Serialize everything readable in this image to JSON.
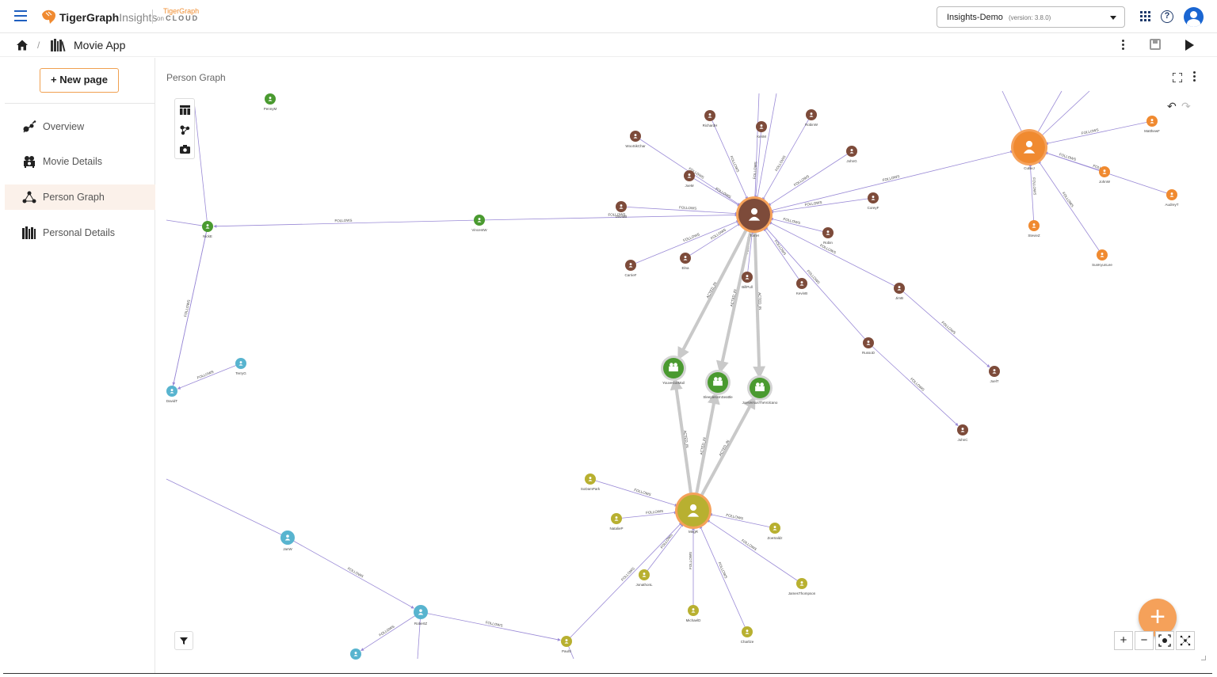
{
  "header": {
    "logo_brand": "TigerGraph",
    "logo_product": "Insights",
    "cloud_top": "TigerGraph",
    "cloud_prefix": "on",
    "cloud_word": "CLOUD",
    "workspace": "Insights-Demo",
    "workspace_version": "(version: 3.8.0)"
  },
  "breadcrumb": {
    "app_title": "Movie App",
    "separator": "/"
  },
  "sidebar": {
    "new_page_label": "+ New page",
    "items": [
      {
        "label": "Overview",
        "icon": "graph-chart-icon",
        "active": false
      },
      {
        "label": "Movie Details",
        "icon": "projector-icon",
        "active": false
      },
      {
        "label": "Person Graph",
        "icon": "network-icon",
        "active": true
      },
      {
        "label": "Personal Details",
        "icon": "library-icon",
        "active": false
      }
    ]
  },
  "canvas": {
    "title": "Person Graph",
    "fab_label": "+",
    "zoom_in": "+",
    "zoom_out": "−"
  },
  "colors": {
    "brown": "#7d4b3a",
    "orange": "#f08a30",
    "green": "#4a9a30",
    "teal": "#58b4cf",
    "olive": "#b8b030",
    "edge": "#9a8ad6",
    "acted": "#c9c9c9",
    "accent": "#f5a15a"
  },
  "graph": {
    "nodes": [
      {
        "id": "TomH",
        "label": "TomH",
        "color": "brown",
        "kind": "person",
        "big": true
      },
      {
        "id": "RichardH",
        "label": "RichardH",
        "color": "brown",
        "kind": "person"
      },
      {
        "id": "RobinW",
        "label": "RobinW",
        "color": "brown",
        "kind": "person"
      },
      {
        "id": "KeriM",
        "label": "KeriM",
        "color": "brown",
        "kind": "person"
      },
      {
        "id": "WooSikChar",
        "label": "WooSikChar",
        "color": "brown",
        "kind": "person"
      },
      {
        "id": "JohnG",
        "label": "JohnG",
        "color": "brown",
        "kind": "person"
      },
      {
        "id": "JoeM",
        "label": "JoeM",
        "color": "brown",
        "kind": "person"
      },
      {
        "id": "CoreyF",
        "label": "CoreyF",
        "color": "brown",
        "kind": "person"
      },
      {
        "id": "DavidB",
        "label": "DavidB",
        "color": "brown",
        "kind": "person"
      },
      {
        "id": "Robin",
        "label": "Robin",
        "color": "brown",
        "kind": "person"
      },
      {
        "id": "CarrieF",
        "label": "CarrieF",
        "color": "brown",
        "kind": "person"
      },
      {
        "id": "Elna",
        "label": "Elna",
        "color": "brown",
        "kind": "person"
      },
      {
        "id": "BillPull",
        "label": "BillPull",
        "color": "brown",
        "kind": "person"
      },
      {
        "id": "KevinB",
        "label": "KevinB",
        "color": "brown",
        "kind": "person"
      },
      {
        "id": "JimB",
        "label": "JimB",
        "color": "brown",
        "kind": "person"
      },
      {
        "id": "RussoD",
        "label": "RussoD",
        "color": "brown",
        "kind": "person"
      },
      {
        "id": "JoelT",
        "label": "JoelT",
        "color": "brown",
        "kind": "person"
      },
      {
        "id": "JohnC",
        "label": "JohnC",
        "color": "brown",
        "kind": "person"
      },
      {
        "id": "CuBeJ",
        "label": "CuBeJ",
        "color": "orange",
        "kind": "person",
        "big": true
      },
      {
        "id": "MatthewF",
        "label": "MatthewF",
        "color": "orange",
        "kind": "person"
      },
      {
        "id": "JohnW",
        "label": "JohnW",
        "color": "orange",
        "kind": "person"
      },
      {
        "id": "AudreyT",
        "label": "AudreyT",
        "color": "orange",
        "kind": "person"
      },
      {
        "id": "StevieZ",
        "label": "StevieZ",
        "color": "orange",
        "kind": "person"
      },
      {
        "id": "SunKyunLee",
        "label": "SunKyunLee",
        "color": "orange",
        "kind": "person"
      },
      {
        "id": "PennyM",
        "label": "PennyM",
        "color": "green",
        "kind": "person"
      },
      {
        "id": "NickE",
        "label": "NickE",
        "color": "green",
        "kind": "person"
      },
      {
        "id": "VincentW",
        "label": "VincentW",
        "color": "green",
        "kind": "person"
      },
      {
        "id": "YouveGotMail",
        "label": "YouveGotMail",
        "color": "green",
        "kind": "movie"
      },
      {
        "id": "SleeplessInSeattle",
        "label": "SleeplessInSeattle",
        "color": "green",
        "kind": "movie"
      },
      {
        "id": "JoeVersusTheVolcano",
        "label": "JoeVersusTheVolcano",
        "color": "green",
        "kind": "movie"
      },
      {
        "id": "TerryG",
        "label": "TerryG",
        "color": "teal",
        "kind": "person"
      },
      {
        "id": "DavidT",
        "label": "DavidT",
        "color": "teal",
        "kind": "person"
      },
      {
        "id": "JanW",
        "label": "JanW",
        "color": "teal",
        "kind": "person"
      },
      {
        "id": "RobertZ",
        "label": "RobertZ",
        "color": "teal",
        "kind": "person"
      },
      {
        "id": "Teal5",
        "label": "",
        "color": "teal",
        "kind": "person"
      },
      {
        "id": "MegR",
        "label": "MegR",
        "color": "olive",
        "kind": "person",
        "big": true
      },
      {
        "id": "SoDamPark",
        "label": "SoDamPark",
        "color": "olive",
        "kind": "person"
      },
      {
        "id": "NatalieP",
        "label": "NatalieP",
        "color": "olive",
        "kind": "person"
      },
      {
        "id": "ZoeSaldz",
        "label": "ZoeSaldz",
        "color": "olive",
        "kind": "person"
      },
      {
        "id": "JonathonL",
        "label": "JonathonL",
        "color": "olive",
        "kind": "person"
      },
      {
        "id": "JamesThompson",
        "label": "JamesThompson",
        "color": "olive",
        "kind": "person"
      },
      {
        "id": "MichaelD",
        "label": "MichaelD",
        "color": "olive",
        "kind": "person"
      },
      {
        "id": "Charlize",
        "label": "Charlize",
        "color": "olive",
        "kind": "person"
      },
      {
        "id": "PaulS",
        "label": "PaulS",
        "color": "olive",
        "kind": "person"
      }
    ],
    "edges": [
      {
        "from": "RichardH",
        "to": "TomH",
        "label": "FOLLOWS"
      },
      {
        "from": "RobinW",
        "to": "TomH",
        "label": "FOLLOWS"
      },
      {
        "from": "KeriM",
        "to": "TomH",
        "label": "FOLLOWS"
      },
      {
        "from": "WooSikChar",
        "to": "TomH",
        "label": "FOLLOWS"
      },
      {
        "from": "JohnG",
        "to": "TomH",
        "label": "FOLLOWS"
      },
      {
        "from": "JoeM",
        "to": "TomH",
        "label": "FOLLOWS"
      },
      {
        "from": "CoreyF",
        "to": "TomH",
        "label": "FOLLOWS"
      },
      {
        "from": "DavidB",
        "to": "TomH",
        "label": "FOLLOWS"
      },
      {
        "from": "Robin",
        "to": "TomH",
        "label": "FOLLOWS"
      },
      {
        "from": "CarrieF",
        "to": "TomH",
        "label": "FOLLOWS"
      },
      {
        "from": "Elna",
        "to": "TomH",
        "label": "FOLLOWS"
      },
      {
        "from": "BillPull",
        "to": "TomH",
        "label": "FOLLOWS"
      },
      {
        "from": "KevinB",
        "to": "TomH",
        "label": "FOLLOWS"
      },
      {
        "from": "JimB",
        "to": "TomH",
        "label": "FOLLOWS"
      },
      {
        "from": "RussoD",
        "to": "TomH",
        "label": "FOLLOWS"
      },
      {
        "from": "VincentW",
        "to": "TomH",
        "label": "FOLLOWS"
      },
      {
        "from": "TomH",
        "to": "CuBeJ",
        "label": "FOLLOWS"
      },
      {
        "from": "JimB",
        "to": "JoelT",
        "label": "FOLLOWS"
      },
      {
        "from": "RussoD",
        "to": "JohnC",
        "label": "FOLLOWS"
      },
      {
        "from": "MatthewF",
        "to": "CuBeJ",
        "label": "FOLLOWS"
      },
      {
        "from": "JohnW",
        "to": "CuBeJ",
        "label": "FOLLOWS"
      },
      {
        "from": "AudreyT",
        "to": "CuBeJ",
        "label": "FOLLOWS"
      },
      {
        "from": "StevieZ",
        "to": "CuBeJ",
        "label": "FOLLOWS"
      },
      {
        "from": "SunKyunLee",
        "to": "CuBeJ",
        "label": "FOLLOWS"
      },
      {
        "from": "VincentW",
        "to": "NickE",
        "label": "FOLLOWS"
      },
      {
        "from": "NickE",
        "to": "DavidT",
        "label": "FOLLOWS"
      },
      {
        "from": "TerryG",
        "to": "DavidT",
        "label": "FOLLOWS"
      },
      {
        "from": "TomH",
        "to": "YouveGotMail",
        "label": "ACTED_IN",
        "acted": true
      },
      {
        "from": "TomH",
        "to": "SleeplessInSeattle",
        "label": "ACTED_IN",
        "acted": true
      },
      {
        "from": "TomH",
        "to": "JoeVersusTheVolcano",
        "label": "ACTED_IN",
        "acted": true
      },
      {
        "from": "MegR",
        "to": "YouveGotMail",
        "label": "ACTED_IN",
        "acted": true
      },
      {
        "from": "MegR",
        "to": "SleeplessInSeattle",
        "label": "ACTED_IN",
        "acted": true
      },
      {
        "from": "MegR",
        "to": "JoeVersusTheVolcano",
        "label": "ACTED_IN",
        "acted": true
      },
      {
        "from": "SoDamPark",
        "to": "MegR",
        "label": "FOLLOWS"
      },
      {
        "from": "NatalieP",
        "to": "MegR",
        "label": "FOLLOWS"
      },
      {
        "from": "ZoeSaldz",
        "to": "MegR",
        "label": "FOLLOWS"
      },
      {
        "from": "JonathonL",
        "to": "MegR",
        "label": "FOLLOWS"
      },
      {
        "from": "JamesThompson",
        "to": "MegR",
        "label": "FOLLOWS"
      },
      {
        "from": "MichaelD",
        "to": "MegR",
        "label": "FOLLOWS"
      },
      {
        "from": "Charlize",
        "to": "MegR",
        "label": "FOLLOWS"
      },
      {
        "from": "PaulS",
        "to": "MegR",
        "label": "FOLLOWS"
      },
      {
        "from": "JanW",
        "to": "RobertZ",
        "label": "FOLLOWS"
      },
      {
        "from": "RobertZ",
        "to": "PaulS",
        "label": "FOLLOWS"
      },
      {
        "from": "RobertZ",
        "to": "Teal5",
        "label": "FOLLOWS"
      }
    ]
  }
}
